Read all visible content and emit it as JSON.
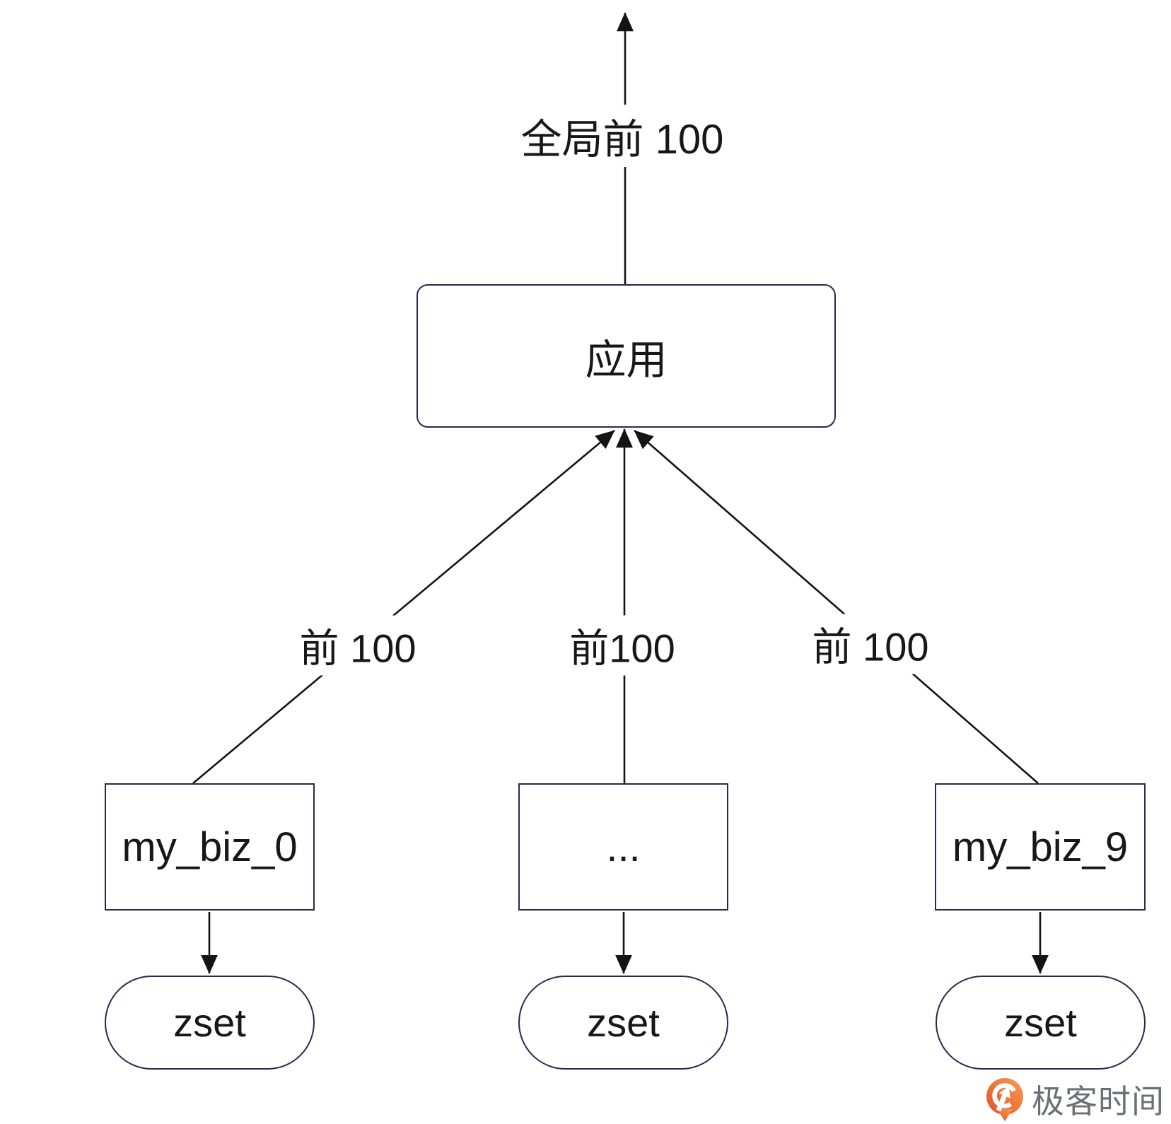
{
  "diagram": {
    "top_arrow_label": "全局前 100",
    "app_node_label": "应用",
    "edge_labels": {
      "left": "前 100",
      "middle": "前100",
      "right": "前 100"
    },
    "shard_nodes": {
      "left": "my_biz_0",
      "middle": "...",
      "right": "my_biz_9"
    },
    "zset_nodes": {
      "left": "zset",
      "middle": "zset",
      "right": "zset"
    }
  },
  "branding": {
    "logo_text": "极客时间"
  },
  "colors": {
    "node_border": "#232c4f",
    "line_color": "#141414",
    "text_color": "#171717",
    "logo_text_color": "#6c7074",
    "logo_orange_dark": "#DD5326",
    "logo_orange_light": "#F99D52"
  }
}
